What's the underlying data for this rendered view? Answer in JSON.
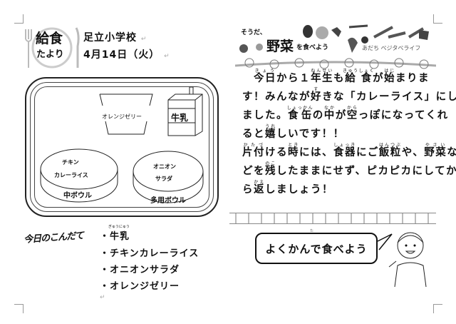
{
  "header": {
    "logo_line1": "給食",
    "logo_line2": "たより",
    "school": "足立小学校",
    "date": "4月14日（火）"
  },
  "tray": {
    "jelly": "オレンジゼリー",
    "milk": "牛乳",
    "bowl1_line1": "チキン",
    "bowl1_line2": "カレーライス",
    "bowl1_name": "中ボウル",
    "bowl2_line1": "オニオン",
    "bowl2_line2": "サラダ",
    "bowl2_name": "多用ボウル"
  },
  "menu": {
    "title": "今日のこんだて",
    "milk_ruby": "ぎゅうにゅう",
    "items": [
      "・牛乳",
      "・チキンカレーライス",
      "・オニオンサラダ",
      "・オレンジゼリー"
    ]
  },
  "banner": {
    "line1": "そうだ、",
    "title": "野菜",
    "line2": "を食べよう",
    "brand": "あだち ベジタベライフ"
  },
  "body": {
    "lines": [
      [
        {
          "t": "　"
        },
        {
          "t": "今日",
          "r": "きょう"
        },
        {
          "t": "から１"
        },
        {
          "t": "年生",
          "r": "ねんせい"
        },
        {
          "t": "も"
        },
        {
          "t": "給食",
          "r": "きゅうしょく"
        },
        {
          "t": "が"
        },
        {
          "t": "始",
          "r": "はじ"
        },
        {
          "t": "まりま"
        }
      ],
      [
        {
          "t": "す！みんなが"
        },
        {
          "t": "好",
          "r": "す"
        },
        {
          "t": "きな「カレーライス」にし"
        }
      ],
      [
        {
          "t": "ました。"
        },
        {
          "t": "食缶",
          "r": "しょっかん"
        },
        {
          "t": "の"
        },
        {
          "t": "中",
          "r": "なか"
        },
        {
          "t": "が"
        },
        {
          "t": "空",
          "r": "から"
        },
        {
          "t": "っぽになってくれ"
        }
      ],
      [
        {
          "t": "ると"
        },
        {
          "t": "嬉",
          "r": "うれ"
        },
        {
          "t": "しいです！！"
        }
      ],
      [
        {
          "t": "片付",
          "r": "かたづ"
        },
        {
          "t": "ける"
        },
        {
          "t": "時",
          "r": "とき"
        },
        {
          "t": "には、"
        },
        {
          "t": "食器",
          "r": "しょっき"
        },
        {
          "t": "にご"
        },
        {
          "t": "飯粒",
          "r": "はんつぶ"
        },
        {
          "t": "や、"
        },
        {
          "t": "野菜",
          "r": "やさい"
        },
        {
          "t": "な"
        }
      ],
      [
        {
          "t": "どを"
        },
        {
          "t": "残",
          "r": "のこ"
        },
        {
          "t": "したままにせず、ピカピカにしてか"
        }
      ],
      [
        {
          "t": "ら"
        },
        {
          "t": "返",
          "r": "かえ"
        },
        {
          "t": "しましょう！"
        }
      ]
    ]
  },
  "bubble": {
    "text": "よくかんで食べよう",
    "ruby": "た"
  },
  "marks": {
    "para": "↵"
  }
}
